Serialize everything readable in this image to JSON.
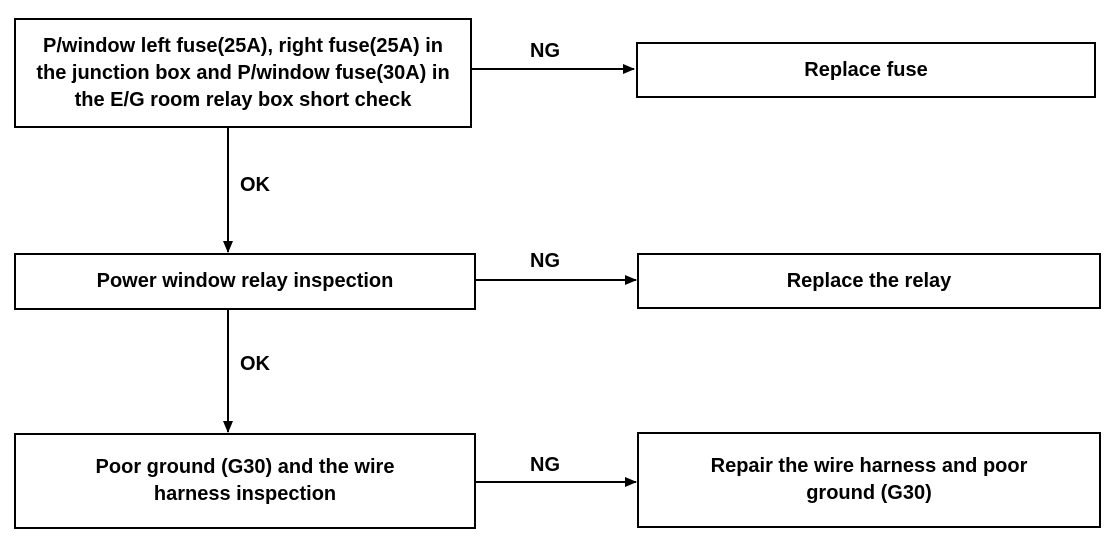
{
  "diagram": {
    "steps": [
      {
        "check": "P/window left fuse(25A), right fuse(25A) in the junction box and P/window fuse(30A) in the E/G room relay box short check",
        "ng_label": "NG",
        "ng_action": "Replace fuse"
      },
      {
        "check": "Power window relay inspection",
        "ng_label": "NG",
        "ng_action": "Replace the relay"
      },
      {
        "check": "Poor ground (G30) and the wire harness inspection",
        "ng_label": "NG",
        "ng_action": "Repair the wire harness and poor ground (G30)"
      }
    ],
    "ok_labels": [
      "OK",
      "OK"
    ]
  }
}
